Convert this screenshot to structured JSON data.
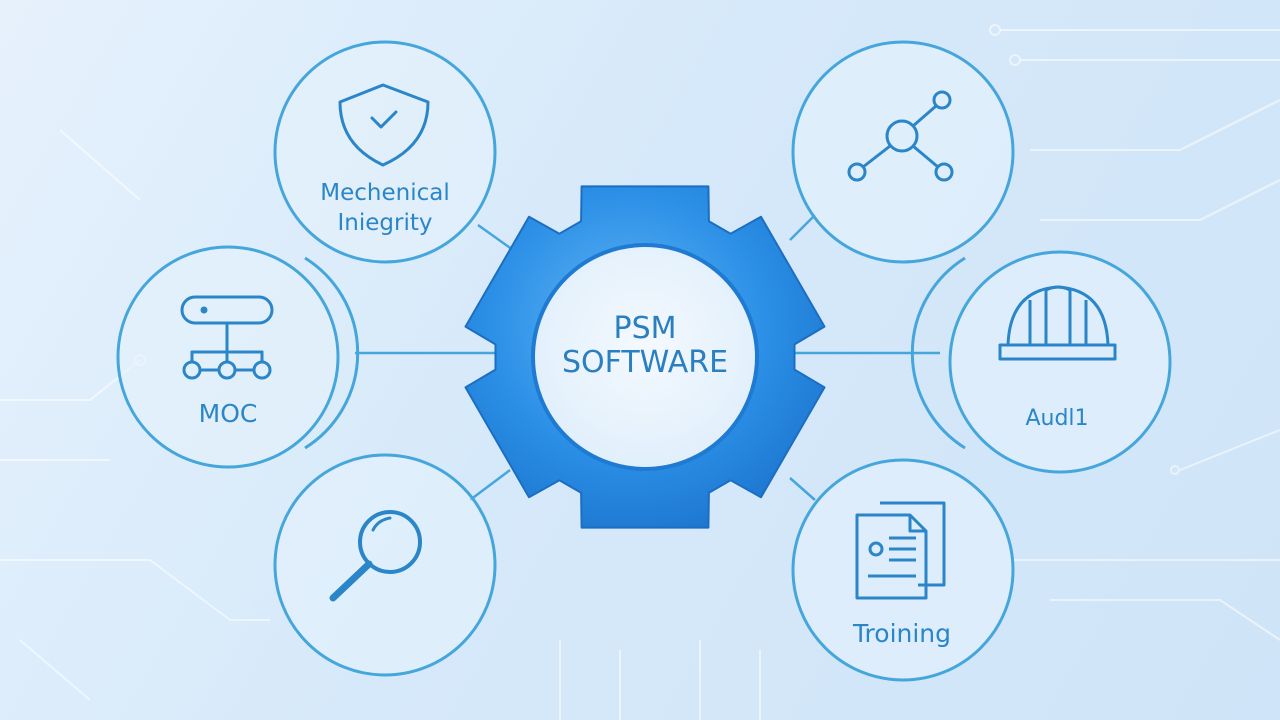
{
  "center": {
    "title_line1": "PSM",
    "title_line2": "SOFTWARE",
    "gear_color": "#2b8fe6"
  },
  "nodes": [
    {
      "id": "mechanical-integrity",
      "label_line1": "Mechenical",
      "label_line2": "Iniegrity",
      "icon": "shield-check-icon"
    },
    {
      "id": "moc",
      "label_line1": "MOC",
      "label_line2": "",
      "icon": "org-chart-icon"
    },
    {
      "id": "search",
      "label_line1": "",
      "label_line2": "",
      "icon": "magnifier-icon"
    },
    {
      "id": "network",
      "label_line1": "",
      "label_line2": "",
      "icon": "network-nodes-icon"
    },
    {
      "id": "audit",
      "label_line1": "Audl1",
      "label_line2": "",
      "icon": "hard-hat-icon"
    },
    {
      "id": "training",
      "label_line1": "Troining",
      "label_line2": "",
      "icon": "documents-icon"
    }
  ],
  "colors": {
    "line": "#45a6dc",
    "label": "#2a86c8",
    "background": "#dcecfa"
  }
}
